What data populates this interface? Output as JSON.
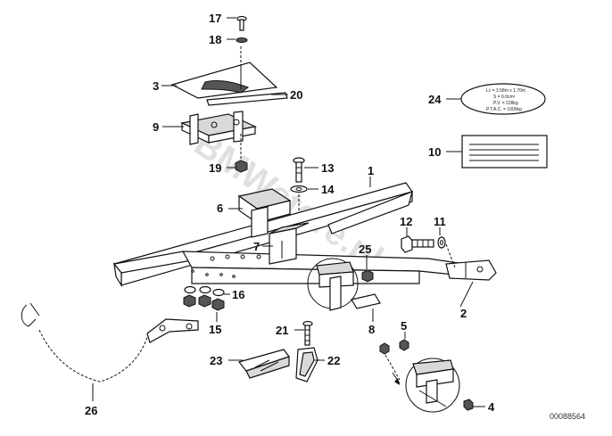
{
  "callouts": [
    {
      "id": "c17",
      "text": "17"
    },
    {
      "id": "c18",
      "text": "18"
    },
    {
      "id": "c3",
      "text": "3"
    },
    {
      "id": "c20",
      "text": "20"
    },
    {
      "id": "c9",
      "text": "9"
    },
    {
      "id": "c19",
      "text": "19"
    },
    {
      "id": "c13",
      "text": "13"
    },
    {
      "id": "c14",
      "text": "14"
    },
    {
      "id": "c1",
      "text": "1"
    },
    {
      "id": "c6",
      "text": "6"
    },
    {
      "id": "c7",
      "text": "7"
    },
    {
      "id": "c12",
      "text": "12"
    },
    {
      "id": "c11",
      "text": "11"
    },
    {
      "id": "c25",
      "text": "25"
    },
    {
      "id": "c16",
      "text": "16"
    },
    {
      "id": "c15",
      "text": "15"
    },
    {
      "id": "c2",
      "text": "2"
    },
    {
      "id": "c8",
      "text": "8"
    },
    {
      "id": "c5",
      "text": "5"
    },
    {
      "id": "c21",
      "text": "21"
    },
    {
      "id": "c23",
      "text": "23"
    },
    {
      "id": "c22",
      "text": "22"
    },
    {
      "id": "c4",
      "text": "4"
    },
    {
      "id": "c24",
      "text": "24"
    },
    {
      "id": "c10",
      "text": "10"
    },
    {
      "id": "c26",
      "text": "26"
    }
  ],
  "plate_24_lines": [
    "Lc = 3.58m x 1.70m",
    "S = 6.0cm²",
    "P.V. = 228kg",
    "P.T.A.C. = 1000kg"
  ],
  "catalog_number": "00088564",
  "watermark": "BMWstore.pl"
}
